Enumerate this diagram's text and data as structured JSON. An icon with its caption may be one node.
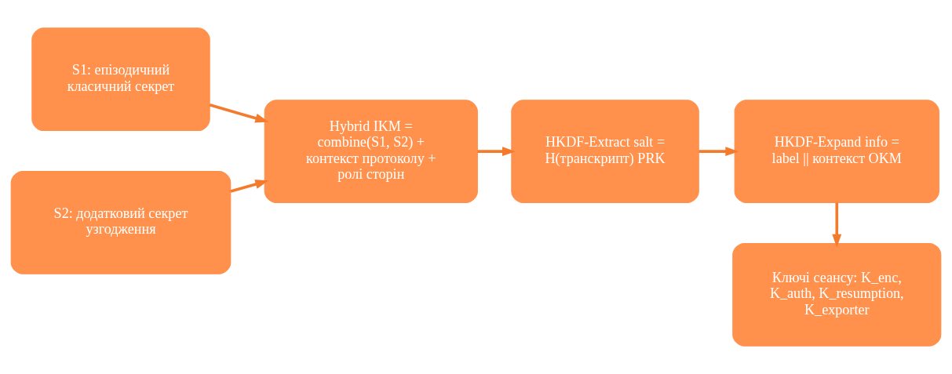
{
  "diagram": {
    "nodes": [
      {
        "text": [
          "S1: епізодичний класичний секрет"
        ]
      },
      {
        "text": [
          "S2: додатковий секрет узгодження"
        ]
      },
      {
        "text": [
          "Hybrid IKM = combine(S1, S2) + контекст протоколу + ролі сторін"
        ]
      },
      {
        "text": [
          "HKDF-Extract salt = H(транскрипт) PRK"
        ]
      },
      {
        "text": [
          "HKDF-Expand info = label || контекст OKM"
        ]
      },
      {
        "text": [
          "Ключі сеансу: K_enc, K_auth, K_resumption, K_exporter"
        ]
      }
    ],
    "edges": [
      {
        "from": 0,
        "to": 2,
        "arrow": "to"
      },
      {
        "from": 1,
        "to": 2,
        "arrow": "to"
      },
      {
        "from": 2,
        "to": 3,
        "arrow": "to"
      },
      {
        "from": 3,
        "to": 4,
        "arrow": "to"
      },
      {
        "from": 4,
        "to": 5,
        "arrow": "to"
      }
    ]
  }
}
